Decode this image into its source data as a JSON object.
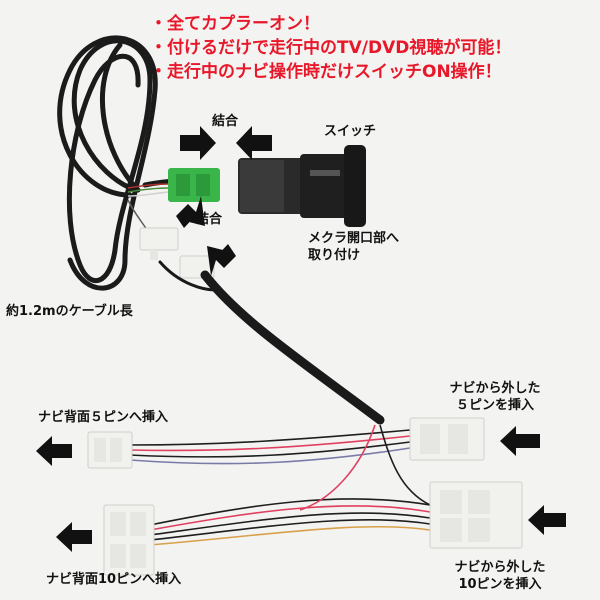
{
  "headline": {
    "line1": "・全てカプラーオン！",
    "line2": "・付けるだけで走行中のTV/DVD視聴が可能！",
    "line3": "・走行中のナビ操作時だけスイッチON操作！"
  },
  "labels": {
    "join_top": "結合",
    "switch": "スイッチ",
    "join_mid": "結合",
    "mount_line1": "メクラ開口部へ",
    "mount_line2": "取り付け",
    "cable_length": "約1.2mのケーブル長",
    "nav_back_5pin": "ナビ背面５ピンへ挿入",
    "from_nav_5pin_line1": "ナビから外した",
    "from_nav_5pin_line2": "５ピンを挿入",
    "nav_back_10pin": "ナビ背面10ピンへ挿入",
    "from_nav_10pin_line1": "ナビから外した",
    "from_nav_10pin_line2": "10ピンを挿入"
  },
  "icons": {
    "arrow": "arrow-icon"
  },
  "colors": {
    "headline": "#e8182a",
    "label": "#111111",
    "arrow": "#111111",
    "cable": "#1a1a1a",
    "green_connector": "#3ab54a",
    "white_connector": "#f1f1ee"
  }
}
